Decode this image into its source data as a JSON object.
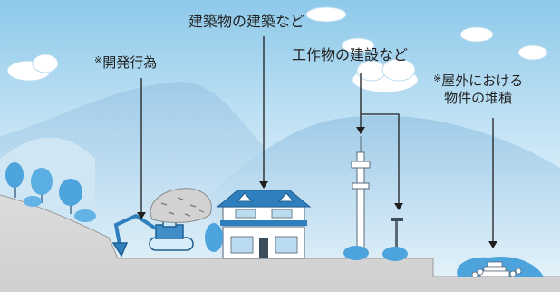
{
  "labels": {
    "building_construction": "建築物の建築など",
    "structure_construction": "工作物の建設など",
    "development": {
      "mark": "※",
      "text": "開発行為"
    },
    "outdoor_storage": {
      "mark": "※",
      "line1": "屋外における",
      "line2": "物件の堆積"
    }
  },
  "icons": [
    "excavator-icon",
    "dirt-pile-icon",
    "house-icon",
    "telecom-tower-icon",
    "street-lamp-icon",
    "material-pile-icon",
    "tree-icon",
    "cloud-icon",
    "mountain-icon"
  ],
  "colors": {
    "sky_top": "#8ec9ea",
    "sky_bottom": "#e8f5fc",
    "mountain": "#a9cfe9",
    "ground": "#d9d9d9",
    "tree": "#4da3dc",
    "house_roof": "#2f7fbf",
    "text": "#222222"
  }
}
